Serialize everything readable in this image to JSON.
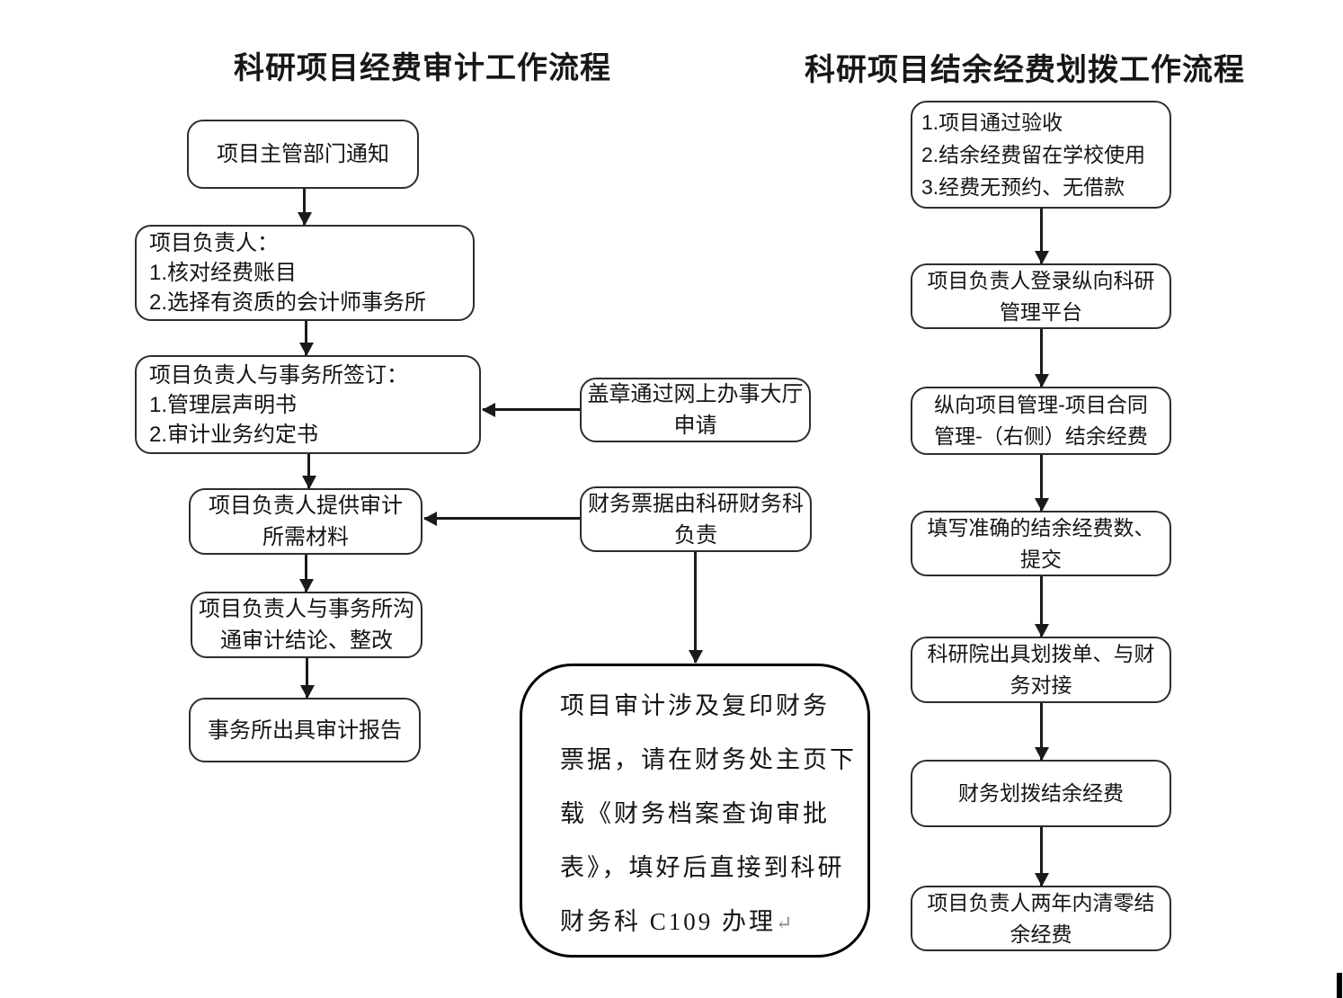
{
  "flows": {
    "audit": {
      "title": "科研项目经费审计工作流程",
      "nodes": {
        "notify": {
          "lines": [
            "项目主管部门通知"
          ]
        },
        "leader_tasks": {
          "lines": [
            "项目负责人：",
            "1.核对经费账目",
            "2.选择有资质的会计师事务所"
          ]
        },
        "sign": {
          "lines": [
            "项目负责人与事务所签订：",
            "1.管理层声明书",
            "2.审计业务约定书"
          ]
        },
        "seal": {
          "lines": [
            "盖章通过网上办事大厅",
            "申请"
          ]
        },
        "materials": {
          "lines": [
            "项目负责人提供审计",
            "所需材料"
          ]
        },
        "tickets": {
          "lines": [
            "财务票据由科研财务科",
            "负责"
          ]
        },
        "communicate": {
          "lines": [
            "项目负责人与事务所沟",
            "通审计结论、整改"
          ]
        },
        "report": {
          "lines": [
            "事务所出具审计报告"
          ]
        },
        "note": {
          "lines": [
            "项目审计涉及复印财务",
            "票据，请在财务处主页下",
            "载《财务档案查询审批",
            "表》，填好后直接到科研",
            "财务科 C109 办理"
          ],
          "return_mark": "↵"
        }
      }
    },
    "surplus": {
      "title": "科研项目结余经费划拨工作流程",
      "nodes": {
        "conditions": {
          "lines": [
            "1.项目通过验收",
            "2.结余经费留在学校使用",
            "3.经费无预约、无借款"
          ]
        },
        "login": {
          "lines": [
            "项目负责人登录纵向科研",
            "管理平台"
          ]
        },
        "menu": {
          "lines": [
            "纵向项目管理-项目合同",
            "管理-（右侧）结余经费"
          ]
        },
        "fill": {
          "lines": [
            "填写准确的结余经费数、",
            "提交"
          ]
        },
        "slip": {
          "lines": [
            "科研院出具划拨单、与财",
            "务对接"
          ]
        },
        "transfer": {
          "lines": [
            "财务划拨结余经费"
          ]
        },
        "clear": {
          "lines": [
            "项目负责人两年内清零结",
            "余经费"
          ]
        }
      }
    }
  },
  "colors": {
    "node_border": "#2d2d2d",
    "note_border": "#000000",
    "arrow": "#1a1a1a",
    "text": "#141414",
    "background": "#ffffff"
  }
}
